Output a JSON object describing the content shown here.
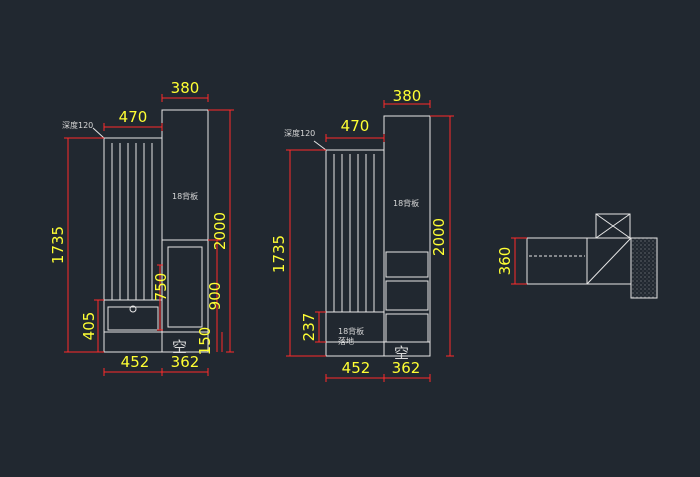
{
  "colors": {
    "background": "#212830",
    "outline": "#e6e6e6",
    "dimension_line": "#ff2a2a",
    "dimension_text": "#ffff33",
    "note_text": "#d8d8d8",
    "hatch": "#bfbfbf"
  },
  "left_view": {
    "top_width": "380",
    "upper_width": "470",
    "depth_note": "深度120",
    "height_left": "1735",
    "height_right": "2000",
    "back_panel": "18背板",
    "inner_height": "750",
    "lower_height": "900",
    "drawer_height": "405",
    "base_height": "150",
    "empty_label": "空",
    "bottom_left": "452",
    "bottom_right": "362"
  },
  "middle_view": {
    "top_width": "380",
    "upper_width": "470",
    "depth_note": "深度120",
    "height_left": "1735",
    "height_right": "2000",
    "back_panel_upper": "18背板",
    "drawer_height": "237",
    "back_panel_lower": "18背板",
    "floor_note": "落地",
    "empty_label": "空",
    "bottom_left": "452",
    "bottom_right": "362"
  },
  "right_view": {
    "depth": "360"
  }
}
